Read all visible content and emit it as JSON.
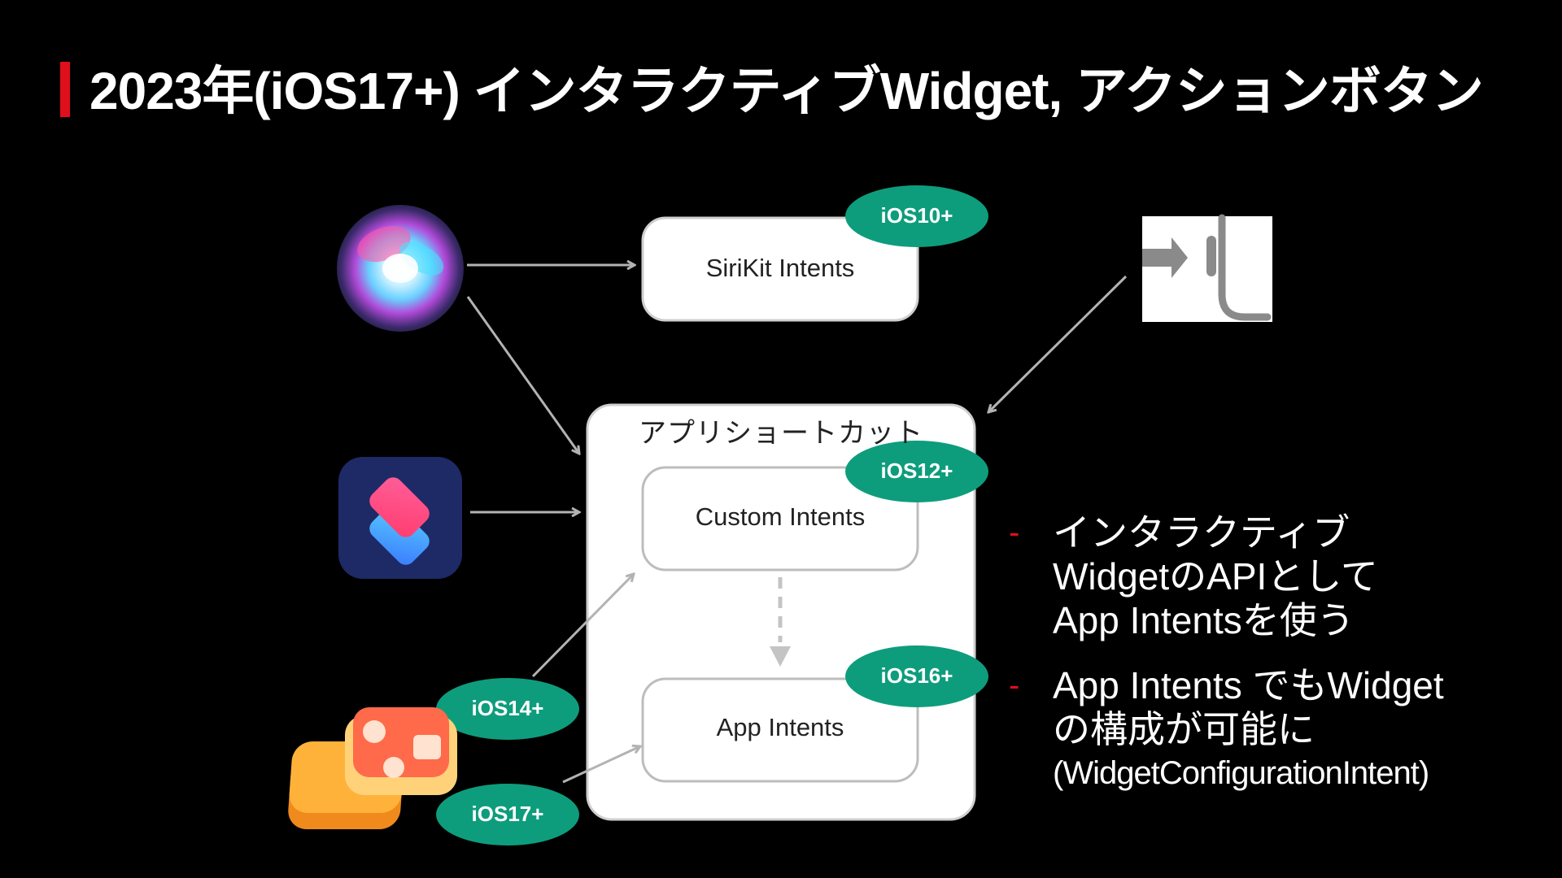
{
  "title": "2023年(iOS17+) インタラクティブWidget, アクションボタン",
  "nodes": {
    "sirikit": {
      "label": "SiriKit Intents",
      "badge": "iOS10+"
    },
    "group": {
      "label": "アプリショートカット"
    },
    "custom": {
      "label": "Custom Intents",
      "badge": "iOS12+"
    },
    "app": {
      "label": "App Intents",
      "badge": "iOS16+"
    }
  },
  "badges": {
    "widget_ios14": "iOS14+",
    "widget_ios17": "iOS17+"
  },
  "icons": [
    "siri-icon",
    "shortcuts-icon",
    "widgetkit-icon",
    "action-button-icon"
  ],
  "colors": {
    "badge": "#0e9d7c",
    "accent": "#e10e1c",
    "box_stroke": "#bdbdbd",
    "arrow": "#b3b3b3"
  },
  "bullets": [
    {
      "dash": "-",
      "text": "インタラクティブWidgetのAPIとしてApp Intentsを使う",
      "lines": [
        "インタラクティブ",
        "WidgetのAPIとして",
        "App Intentsを使う"
      ]
    },
    {
      "dash": "-",
      "text": "App Intents でもWidgetの構成が可能に",
      "lines": [
        "App Intents でもWidget",
        "の構成が可能に"
      ],
      "sub": "(WidgetConfigurationIntent)"
    }
  ]
}
